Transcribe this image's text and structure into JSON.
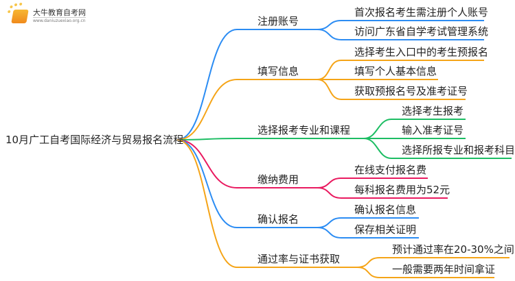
{
  "logo": {
    "title": "大牛教育自考网",
    "url": "www.daniuzuexiao.org.cn"
  },
  "root": "10月广工自考国际经济与贸易报名流程",
  "colors": {
    "blue": "#2b8cf3",
    "orange": "#f5a417",
    "green": "#1cbd63",
    "pink": "#e9195f"
  },
  "branches": [
    {
      "label": "注册账号",
      "color": "blue",
      "children": [
        "首次报名考生需注册个人账号",
        "访问广东省自学考试管理系统"
      ]
    },
    {
      "label": "填写信息",
      "color": "orange",
      "children": [
        "选择考生入口中的考生预报名",
        "填写个人基本信息",
        "获取预报名号及准考证号"
      ]
    },
    {
      "label": "选择报考专业和课程",
      "color": "green",
      "children": [
        "选择考生报考",
        "输入准考证号",
        "选择所报专业和报考科目"
      ]
    },
    {
      "label": "缴纳费用",
      "color": "pink",
      "children": [
        "在线支付报名费",
        "每科报名费用为52元"
      ]
    },
    {
      "label": "确认报名",
      "color": "blue",
      "children": [
        "确认报名信息",
        "保存相关证明"
      ]
    },
    {
      "label": "通过率与证书获取",
      "color": "orange",
      "children": [
        "预计通过率在20-30%之间",
        "一般需要两年时间拿证"
      ]
    }
  ]
}
